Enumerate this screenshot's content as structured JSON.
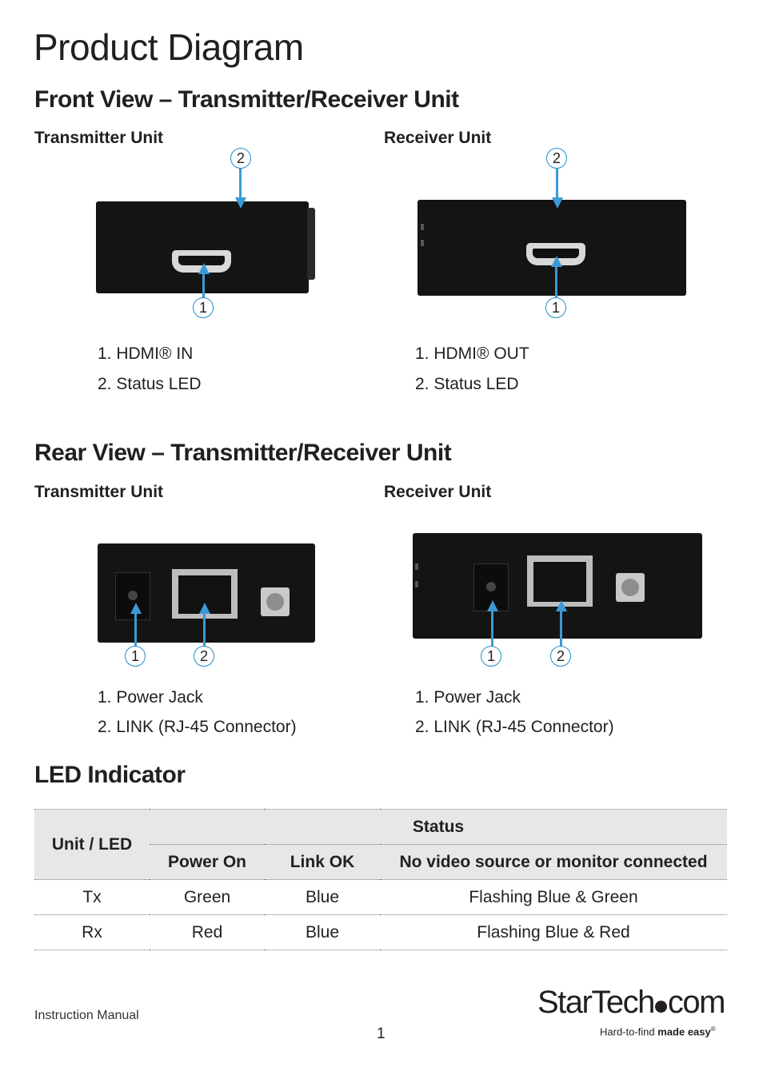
{
  "title": "Product Diagram",
  "front": {
    "heading": "Front View – Transmitter/Receiver Unit",
    "tx_label": "Transmitter Unit",
    "rx_label": "Receiver Unit",
    "tx_items": [
      "1.  HDMI® IN",
      "2.  Status LED"
    ],
    "rx_items": [
      "1.  HDMI® OUT",
      "2.  Status LED"
    ]
  },
  "rear": {
    "heading": "Rear View – Transmitter/Receiver Unit",
    "tx_label": "Transmitter Unit",
    "rx_label": "Receiver Unit",
    "tx_items": [
      "1. Power Jack",
      "2. LINK (RJ-45 Connector)"
    ],
    "rx_items": [
      "1. Power Jack",
      "2. LINK (RJ-45 Connector)"
    ]
  },
  "callouts": {
    "one": "1",
    "two": "2"
  },
  "led": {
    "heading": "LED Indicator",
    "unit_header": "Unit / LED",
    "status_header": "Status",
    "columns": [
      "Power On",
      "Link OK",
      "No video source or monitor connected"
    ],
    "rows": [
      [
        "Tx",
        "Green",
        "Blue",
        "Flashing Blue & Green"
      ],
      [
        "Rx",
        "Red",
        "Blue",
        "Flashing Blue & Red"
      ]
    ]
  },
  "footer": {
    "left": "Instruction Manual",
    "page": "1",
    "logo_a": "StarTech",
    "logo_b": "com",
    "tagline_a": "Hard-to-find ",
    "tagline_b": "made easy",
    "tagline_mark": "®"
  },
  "colors": {
    "accent": "#3b9ad6",
    "table_header": "#e6e7e8",
    "device": "#141414"
  }
}
